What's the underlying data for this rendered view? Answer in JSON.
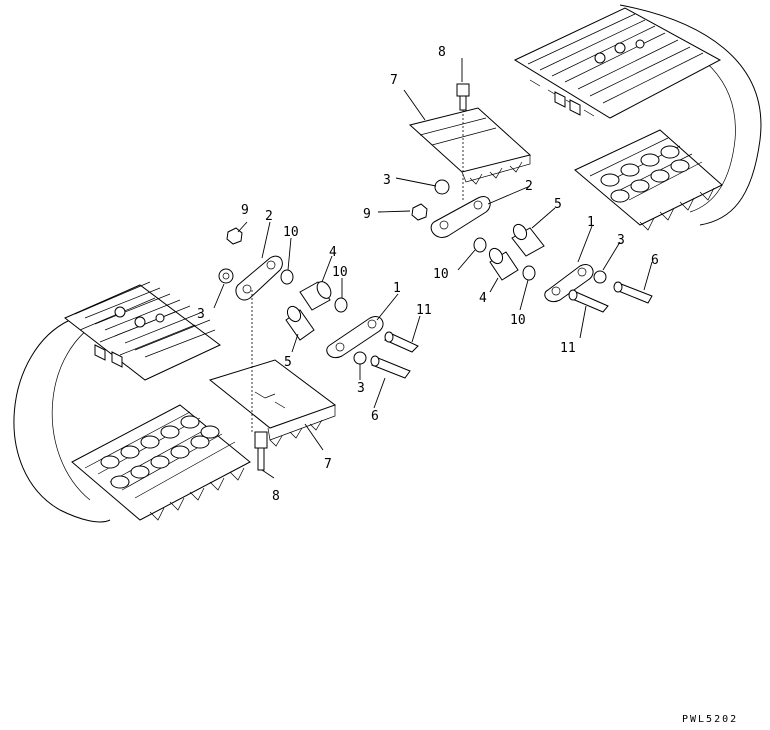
{
  "drawing_code": "PWL5202",
  "callouts": {
    "c1a": "1",
    "c1b": "1",
    "c2a": "2",
    "c2b": "2",
    "c3a": "3",
    "c3b": "3",
    "c3c": "3",
    "c3d": "3",
    "c4a": "4",
    "c4b": "4",
    "c5a": "5",
    "c5b": "5",
    "c6a": "6",
    "c6b": "6",
    "c7a": "7",
    "c7b": "7",
    "c8a": "8",
    "c8b": "8",
    "c9a": "9",
    "c9b": "9",
    "c10a": "10",
    "c10b": "10",
    "c10c": "10",
    "c10d": "10",
    "c11a": "11",
    "c11b": "11"
  }
}
